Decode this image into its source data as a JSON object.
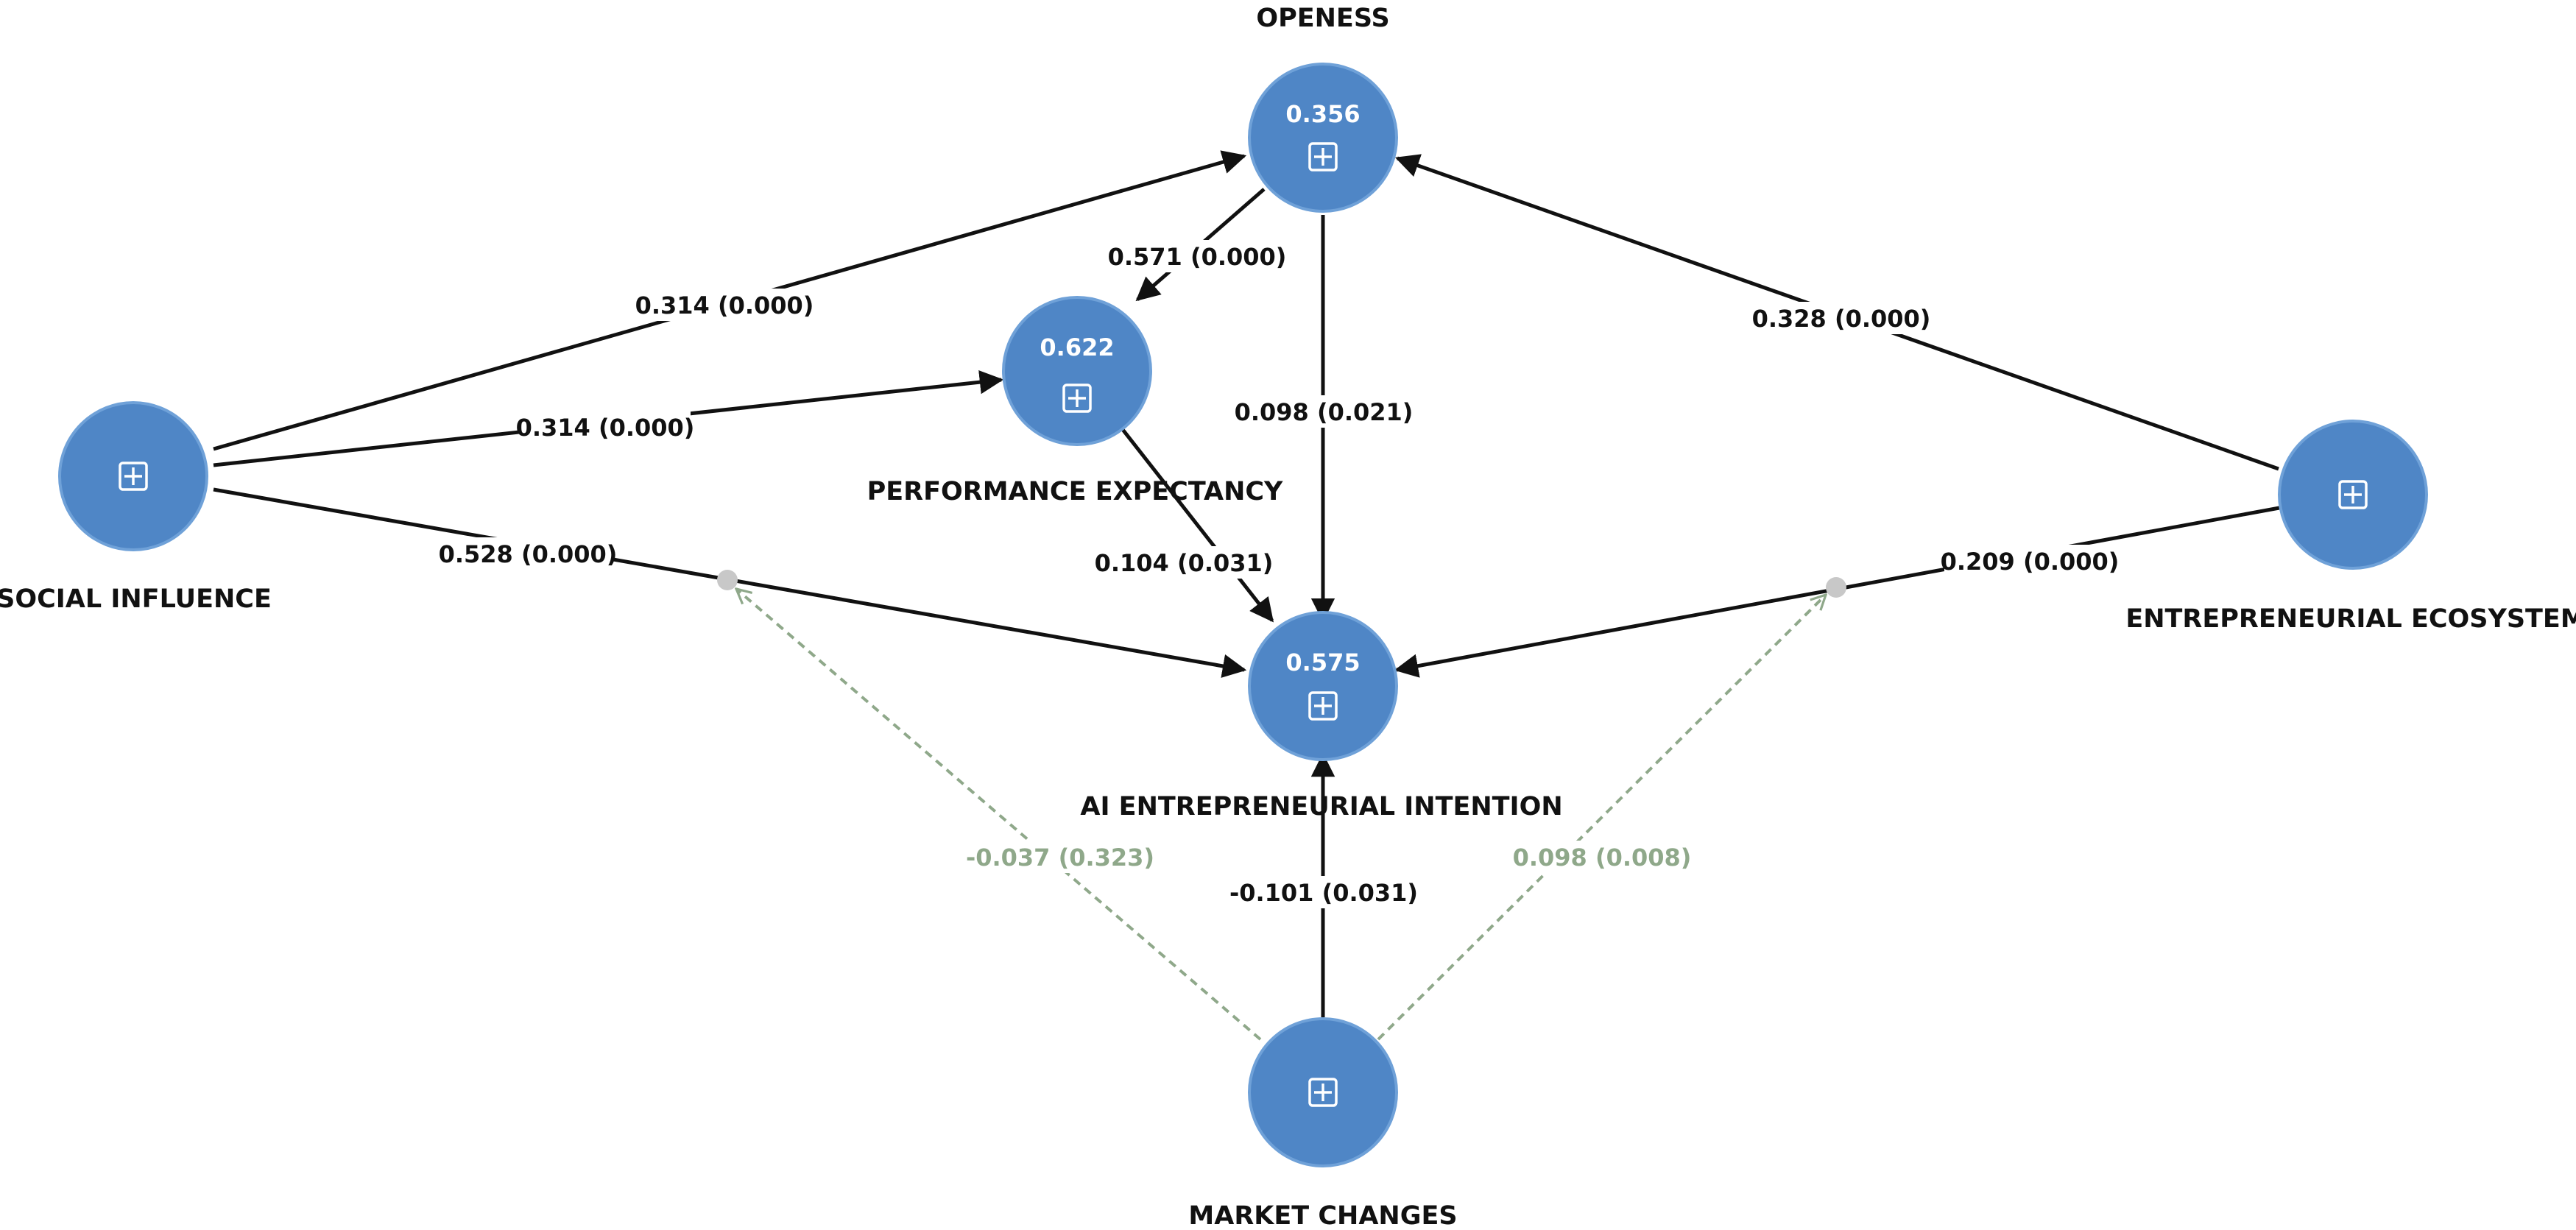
{
  "nodes": {
    "openess": {
      "label": "OPENESS",
      "value": "0.356",
      "icon": "expand-plus-icon"
    },
    "performance_expectancy": {
      "label": "PERFORMANCE EXPECTANCY",
      "value": "0.622",
      "icon": "expand-plus-icon"
    },
    "social_influence": {
      "label": "SOCIAL INFLUENCE",
      "value": "",
      "icon": "expand-plus-icon"
    },
    "ai_entrepreneurial_intention": {
      "label": "AI ENTREPRENEURIAL INTENTION",
      "value": "0.575",
      "icon": "expand-plus-icon"
    },
    "entrepreneurial_ecosystem": {
      "label": "ENTREPRENEURIAL ECOSYSTEM",
      "value": "",
      "icon": "expand-plus-icon"
    },
    "market_changes": {
      "label": "MARKET CHANGES",
      "value": "",
      "icon": "expand-plus-icon"
    }
  },
  "paths": {
    "si_to_openess": "0.314 (0.000)",
    "si_to_pe": "0.314 (0.000)",
    "si_to_aei": "0.528 (0.000)",
    "openess_to_pe": "0.571 (0.000)",
    "openess_to_aei": "0.098 (0.021)",
    "pe_to_aei": "0.104 (0.031)",
    "ee_to_openess": "0.328 (0.000)",
    "ee_to_aei": "0.209 (0.000)",
    "mc_to_aei": "-0.101 (0.031)",
    "mc_moderates_si_aei": "-0.037 (0.323)",
    "mc_moderates_ee_aei": "0.098 (0.008)"
  },
  "colors": {
    "node_fill": "#4f86c6",
    "path": "#111111",
    "moderation_path": "#8fa88a"
  }
}
